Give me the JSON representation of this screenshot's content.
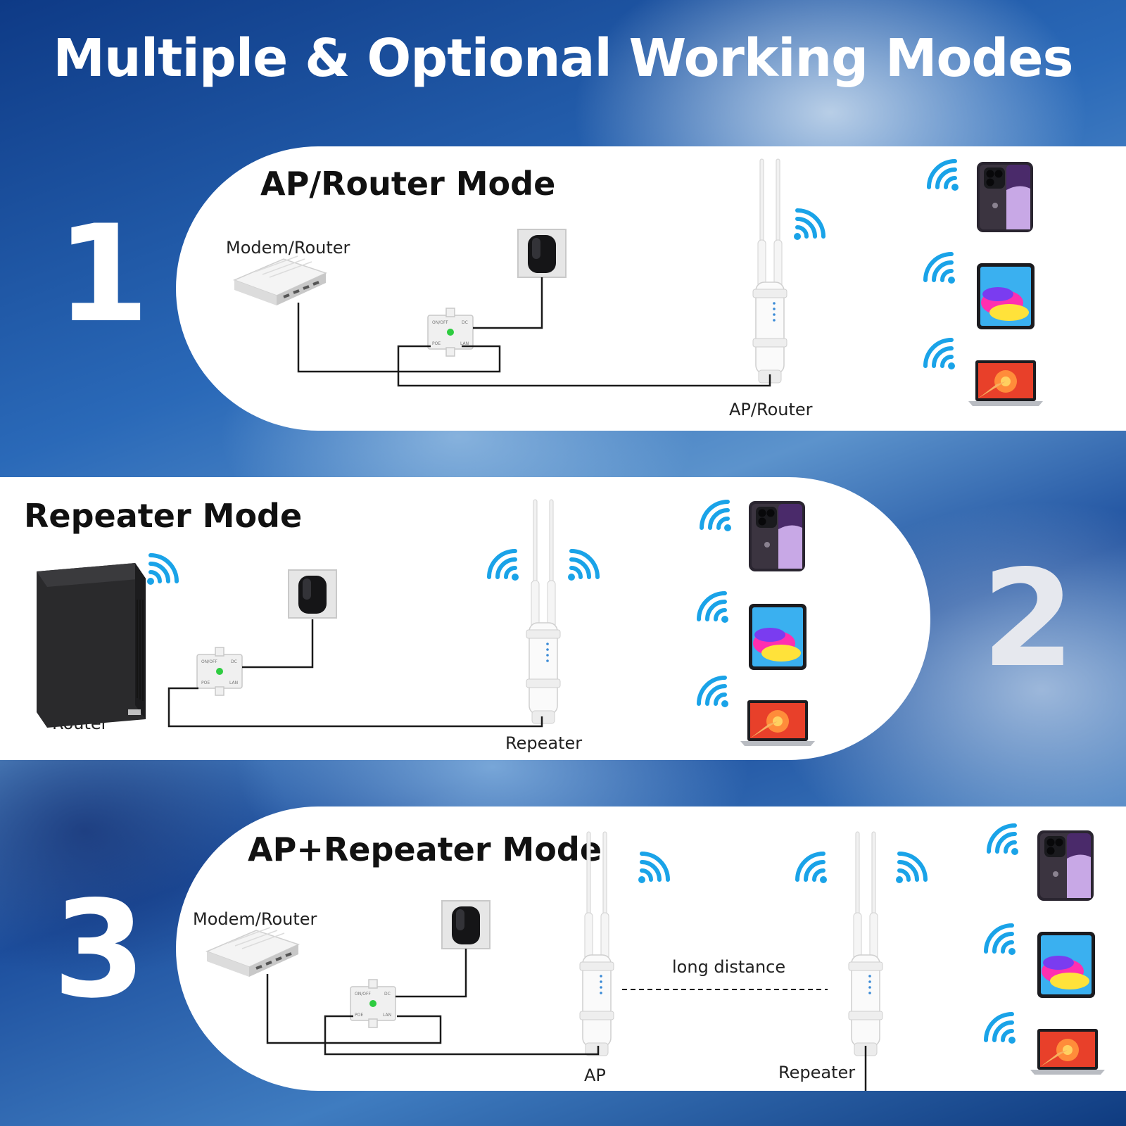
{
  "title": "Multiple & Optional Working Modes",
  "modes": [
    {
      "number": "1",
      "title": "AP/Router Mode",
      "labels": {
        "source": "Modem/Router",
        "device": "AP/Router"
      }
    },
    {
      "number": "2",
      "title": "Repeater Mode",
      "labels": {
        "source": "Router",
        "device": "Repeater"
      }
    },
    {
      "number": "3",
      "title": "AP+Repeater Mode",
      "labels": {
        "source": "Modem/Router",
        "ap": "AP",
        "repeater": "Repeater",
        "link": "long distance"
      }
    }
  ],
  "colors": {
    "wifi": "#1aa3e8",
    "panel": "#ffffff",
    "text": "#111111",
    "background": "#2a69b8"
  },
  "icons": [
    "wifi-signal-icon",
    "smartphone-icon",
    "tablet-icon",
    "laptop-icon",
    "power-adapter-icon",
    "poe-injector-icon",
    "access-point-icon",
    "modem-icon",
    "router-icon"
  ]
}
